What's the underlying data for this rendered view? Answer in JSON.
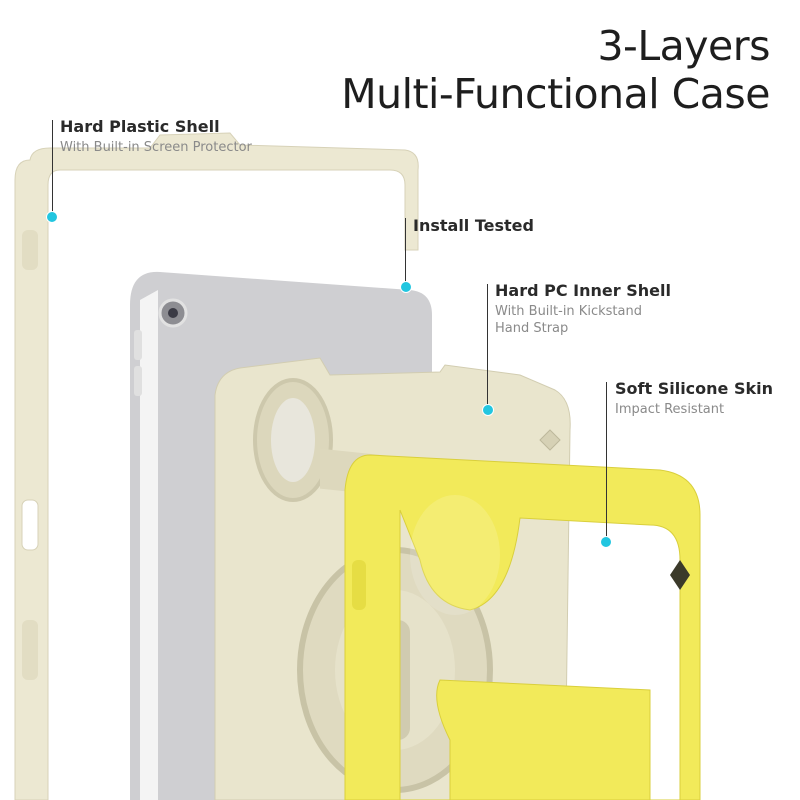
{
  "title": {
    "line1": "3-Layers",
    "line2": "Multi-Functional Case"
  },
  "callouts": [
    {
      "heading": "Hard Plastic Shell",
      "sub": [
        "With Built-in Screen Protector"
      ]
    },
    {
      "heading": "Install Tested",
      "sub": []
    },
    {
      "heading": "Hard PC Inner Shell",
      "sub": [
        "With Built-in Kickstand",
        "Hand Strap"
      ]
    },
    {
      "heading": "Soft Silicone Skin",
      "sub": [
        "Impact Resistant"
      ]
    }
  ],
  "colors": {
    "accent_dot": "#22c6e0",
    "shell_cream": "#ece8d2",
    "skin_yellow": "#f2ea5a",
    "tablet_gray": "#c9c9cb"
  }
}
